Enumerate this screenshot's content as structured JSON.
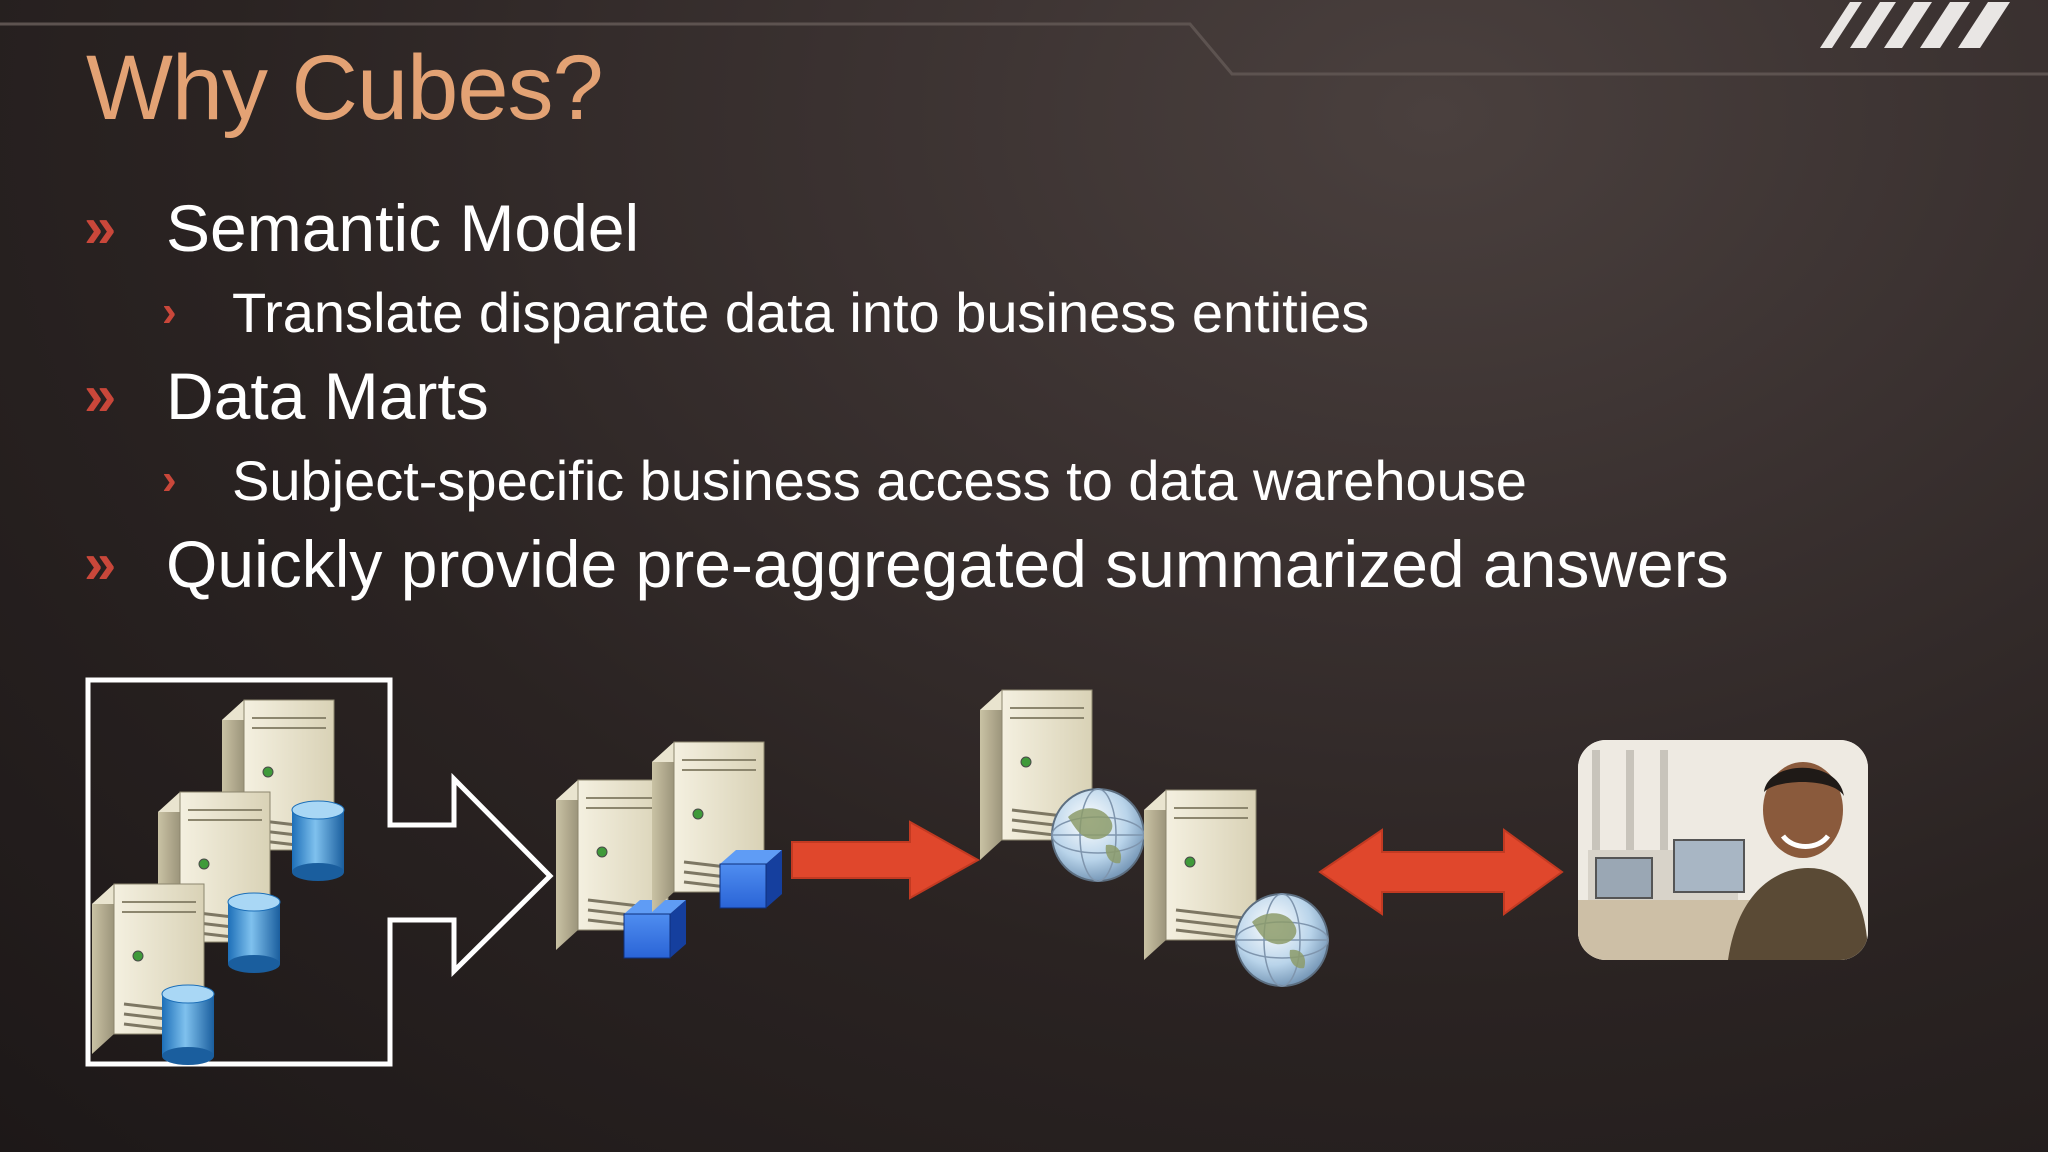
{
  "slide": {
    "title": "Why Cubes?",
    "bullets": [
      {
        "level": 1,
        "text": "Semantic Model"
      },
      {
        "level": 2,
        "text": "Translate disparate data into business entities"
      },
      {
        "level": 1,
        "text": "Data Marts"
      },
      {
        "level": 2,
        "text": "Subject-specific business access to data warehouse"
      },
      {
        "level": 1,
        "text": "Quickly provide pre-aggregated summarized answers"
      }
    ],
    "markers": {
      "level1": "»",
      "level2": "›"
    }
  },
  "colors": {
    "title": "#e3a274",
    "bullet_marker": "#c9473a",
    "text": "#ffffff",
    "arrow": "#e0472c"
  },
  "diagram": {
    "icons": [
      "server-with-database-icon",
      "server-with-cube-icon",
      "server-with-globe-icon",
      "business-user-photo"
    ]
  }
}
